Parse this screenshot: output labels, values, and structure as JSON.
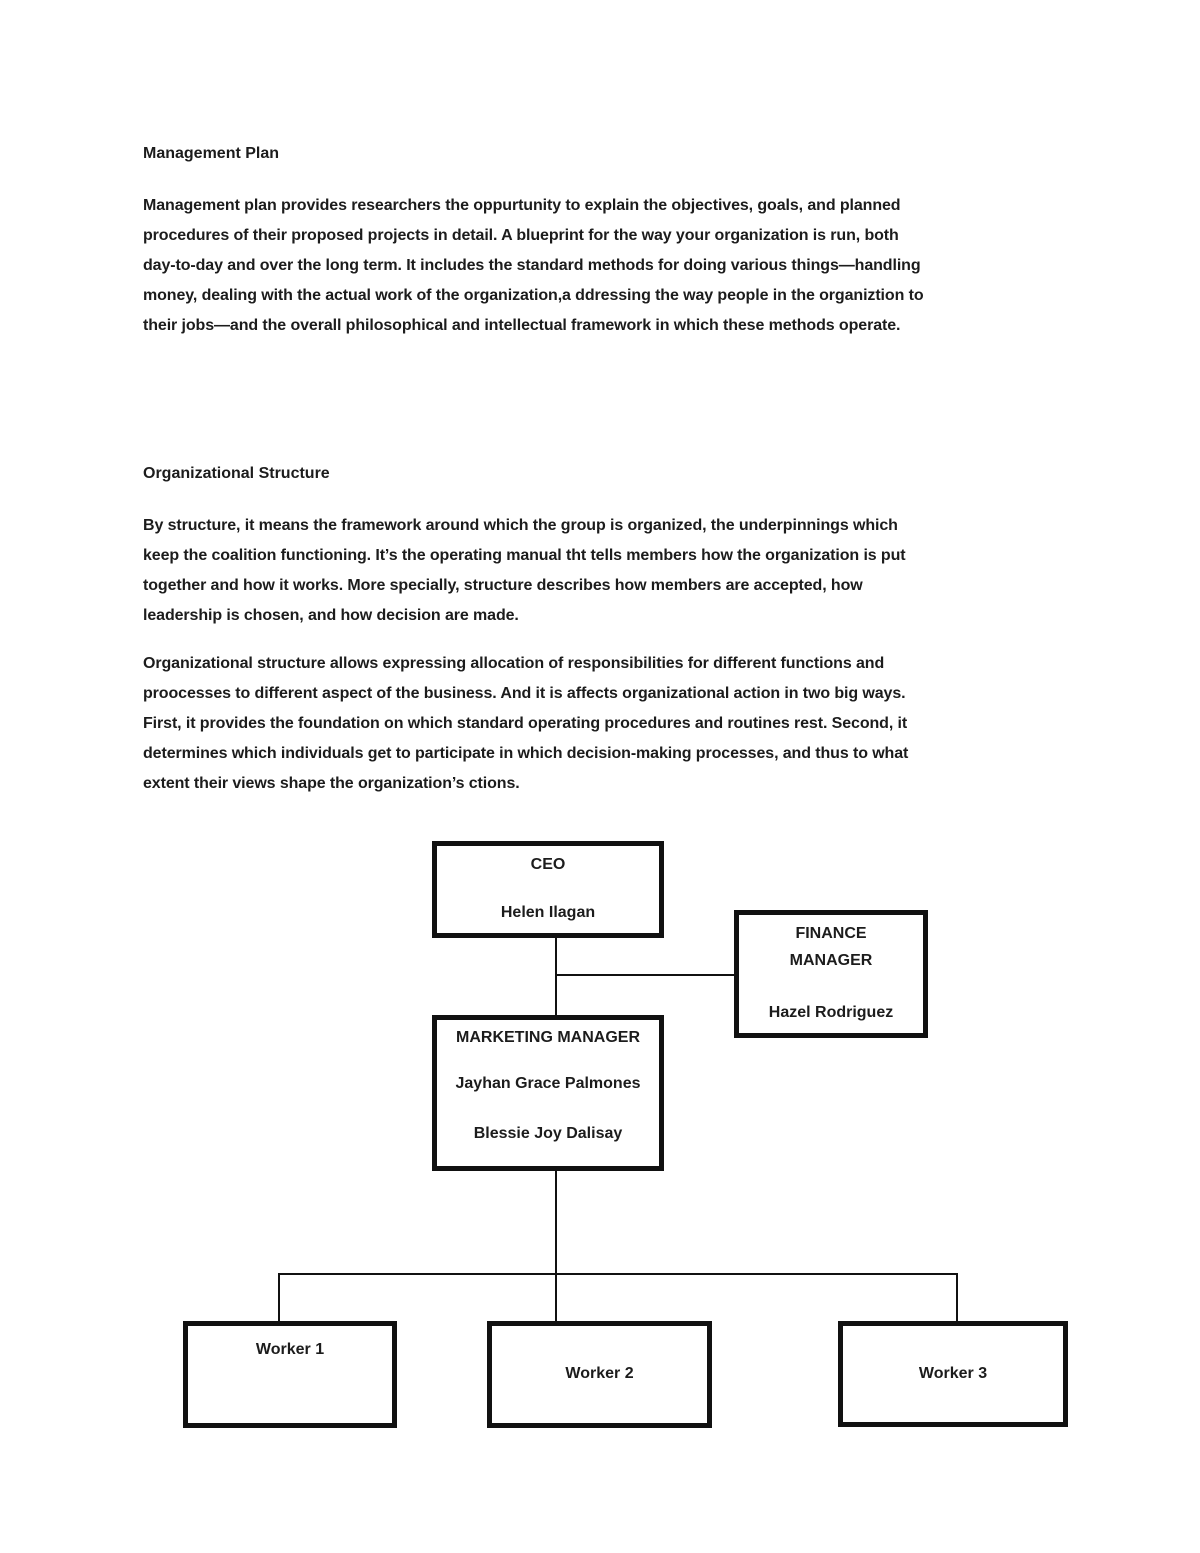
{
  "colors": {
    "background": "#ffffff",
    "text": "#1c1c1c",
    "box_border": "#111111",
    "connector": "#111111"
  },
  "document": {
    "title": "Management Plan",
    "paragraph1_lines": [
      "Management plan provides researchers the oppurtunity to explain the objectives, goals, and planned",
      "procedures of their proposed projects in detail. A blueprint for the way your organization is run, both",
      "day-to-day and over the long term. It includes the standard methods for doing various things—handling",
      "money, dealing with the actual work of the organization,a ddressing the way people in the organiztion to",
      "their jobs—and the overall philosophical and intellectual framework in which these methods operate."
    ],
    "heading2": "Organizational Structure",
    "paragraph2_lines": [
      "By structure, it means the framework around which the group is organized, the underpinnings which",
      "keep the coalition functioning. It’s the operating manual tht tells members how the organization is put",
      "together and how it works. More specially, structure describes how members are accepted, how",
      "leadership is chosen, and how decision are made."
    ],
    "paragraph3_lines": [
      "Organizational structure allows expressing allocation of responsibilities for different functions and",
      "proocesses to different aspect of the business. And it is affects organizational action in two big ways.",
      "First, it provides the foundation on which standard operating procedures and routines rest. Second, it",
      "determines which individuals get to participate in which decision-making processes, and thus to what",
      "extent their views shape the organization’s ctions."
    ]
  },
  "org_chart": {
    "ceo": {
      "title": "CEO",
      "name": "Helen Ilagan"
    },
    "finance": {
      "title_line1": "FINANCE",
      "title_line2": "MANAGER",
      "name": "Hazel Rodriguez"
    },
    "marketing": {
      "title": "MARKETING MANAGER",
      "name1": "Jayhan Grace Palmones",
      "name2": "Blessie Joy Dalisay"
    },
    "worker1": {
      "label": "Worker 1"
    },
    "worker2": {
      "label": "Worker 2"
    },
    "worker3": {
      "label": "Worker 3"
    }
  }
}
